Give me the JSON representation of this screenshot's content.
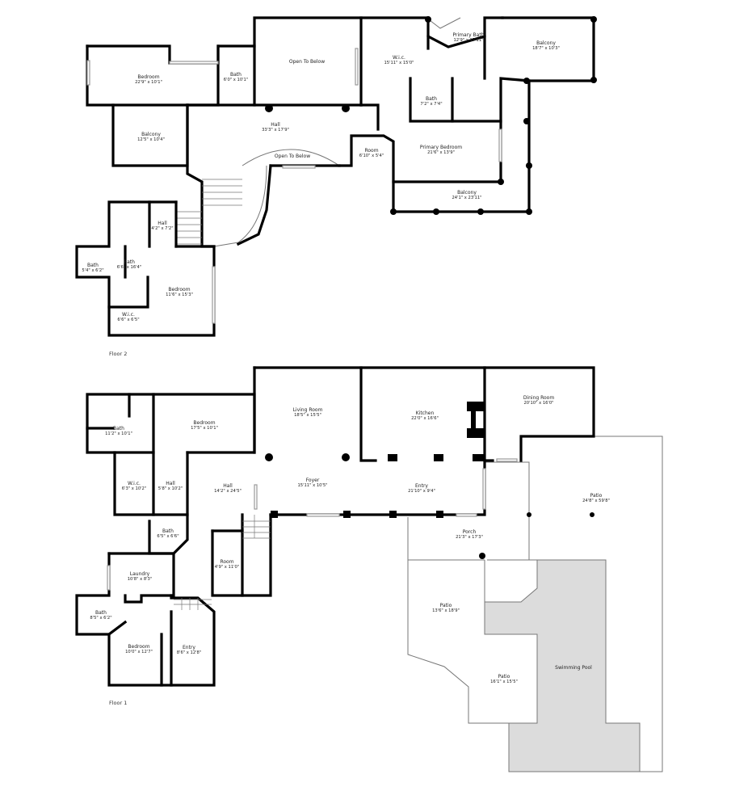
{
  "floors": [
    {
      "label": "Floor 2",
      "rooms": [
        {
          "name": "Bedroom",
          "dims": "22'9\" x 10'1\""
        },
        {
          "name": "Bath",
          "dims": "6'0\" x 10'1\""
        },
        {
          "name": "Open To Below",
          "dims": ""
        },
        {
          "name": "W.i.c.",
          "dims": "15'11\" x 15'0\""
        },
        {
          "name": "Primary Bath",
          "dims": "12'9\" x 17'11\""
        },
        {
          "name": "Balcony",
          "dims": "18'7\" x 10'3\""
        },
        {
          "name": "Bath",
          "dims": "7'2\" x 7'4\""
        },
        {
          "name": "Balcony",
          "dims": "12'5\" x 10'4\""
        },
        {
          "name": "Hall",
          "dims": "33'3\" x 17'9\""
        },
        {
          "name": "Open To Below",
          "dims": ""
        },
        {
          "name": "Room",
          "dims": "6'10\" x 5'4\""
        },
        {
          "name": "Primary Bedroom",
          "dims": "21'6\" x 13'9\""
        },
        {
          "name": "Balcony",
          "dims": "24'1\" x 23'11\""
        },
        {
          "name": "Hall",
          "dims": "4'2\" x 7'2\""
        },
        {
          "name": "Bath",
          "dims": "5'4\" x 6'2\""
        },
        {
          "name": "Bath",
          "dims": "6'6\" x 16'4\""
        },
        {
          "name": "Bedroom",
          "dims": "11'6\" x 15'3\""
        },
        {
          "name": "W.i.c.",
          "dims": "6'6\" x 6'5\""
        }
      ]
    },
    {
      "label": "Floor 1",
      "rooms": [
        {
          "name": "Bath",
          "dims": "11'2\" x 10'1\""
        },
        {
          "name": "Bedroom",
          "dims": "17'5\" x 10'1\""
        },
        {
          "name": "Living Room",
          "dims": "18'5\" x 15'5\""
        },
        {
          "name": "Kitchen",
          "dims": "22'0\" x 16'6\""
        },
        {
          "name": "Dining Room",
          "dims": "20'10\" x 16'0\""
        },
        {
          "name": "W.i.c.",
          "dims": "6'3\" x 10'2\""
        },
        {
          "name": "Hall",
          "dims": "5'8\" x 10'2\""
        },
        {
          "name": "Hall",
          "dims": "14'2\" x 24'5\""
        },
        {
          "name": "Foyer",
          "dims": "15'11\" x 10'5\""
        },
        {
          "name": "Entry",
          "dims": "21'10\" x 9'4\""
        },
        {
          "name": "Patio",
          "dims": "24'8\" x 59'8\""
        },
        {
          "name": "Bath",
          "dims": "6'5\" x 6'6\""
        },
        {
          "name": "Porch",
          "dims": "21'3\" x 17'3\""
        },
        {
          "name": "Laundry",
          "dims": "10'8\" x 8'3\""
        },
        {
          "name": "Room",
          "dims": "4'9\" x 11'0\""
        },
        {
          "name": "Patio",
          "dims": "13'6\" x 18'9\""
        },
        {
          "name": "Bath",
          "dims": "8'5\" x 6'2\""
        },
        {
          "name": "Bedroom",
          "dims": "10'0\" x 12'7\""
        },
        {
          "name": "Entry",
          "dims": "8'6\" x 12'8\""
        },
        {
          "name": "Patio",
          "dims": "16'1\" x 15'5\""
        },
        {
          "name": "Swimming Pool",
          "dims": ""
        }
      ]
    }
  ],
  "colors": {
    "wall": "#000000",
    "pool": "#dcdcdc",
    "background": "#ffffff"
  }
}
